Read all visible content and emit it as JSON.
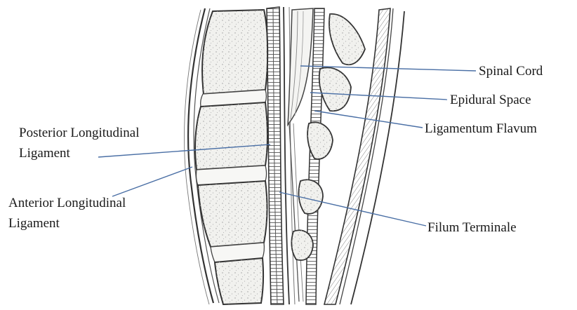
{
  "labels": {
    "spinal_cord": "Spinal Cord",
    "epidural_space": "Epidural Space",
    "ligamentum_flavum": "Ligamentum Flavum",
    "posterior_ligament_line1": "Posterior Longitudinal",
    "posterior_ligament_line2": "Ligament",
    "anterior_ligament_line1": "Anterior Longitudinal",
    "anterior_ligament_line2": "Ligament",
    "filum_terminale": "Filum Terminale"
  },
  "colors": {
    "leader_line": "#4a6fa5",
    "sketch_ink": "#3a3a3a",
    "bone_fill": "#f1f1ee",
    "background": "#ffffff"
  }
}
